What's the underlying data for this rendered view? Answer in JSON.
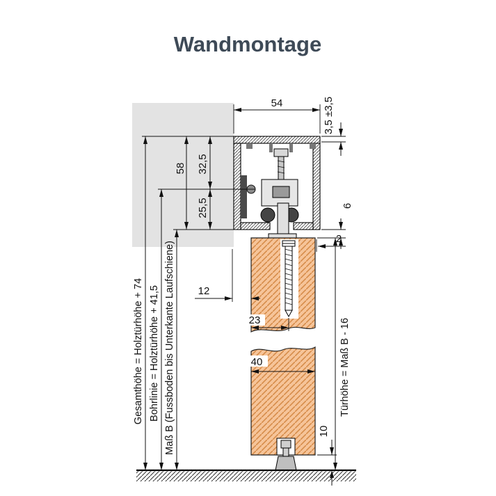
{
  "title": "Wandmontage",
  "dims": {
    "track_width": "54",
    "adjust": "3,5 ±3,5",
    "h58": "58",
    "h32_5": "32,5",
    "h25_5": "25,5",
    "gap6": "6",
    "gap2": "2",
    "off12": "12",
    "off23": "23",
    "door40": "40",
    "bottom10": "10"
  },
  "labels": {
    "gesamthoehe": "Gesamthöhe = Holztürhöhe + 74",
    "bohrlinie": "Bohrlinie = Holztürhöhe + 41,5",
    "mass_b": "Maß B (Fussboden bis Unterkante Laufschiene)",
    "tuerhoehe": "Türhöhe = Maß B - 16"
  },
  "colors": {
    "title": "#3e4a57",
    "wall_fill": "#e3e3e3",
    "door_fill": "#f6c499",
    "door_hatch": "#d68c4a",
    "line": "#111111"
  }
}
